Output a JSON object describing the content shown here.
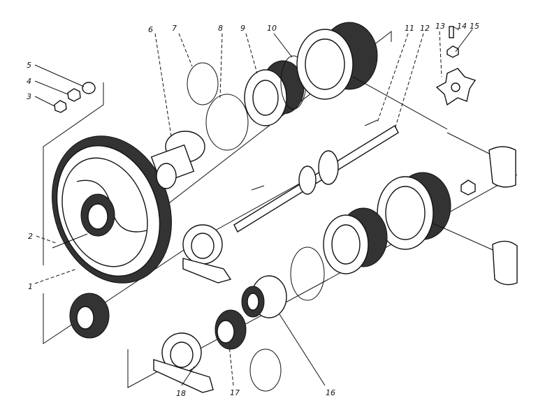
{
  "diagram": {
    "type": "exploded-assembly-drawing",
    "part_labels": [
      "1",
      "2",
      "3",
      "4",
      "5",
      "6",
      "7",
      "8",
      "9",
      "10",
      "11",
      "12",
      "13",
      "14",
      "15",
      "16",
      "17",
      "18"
    ]
  }
}
